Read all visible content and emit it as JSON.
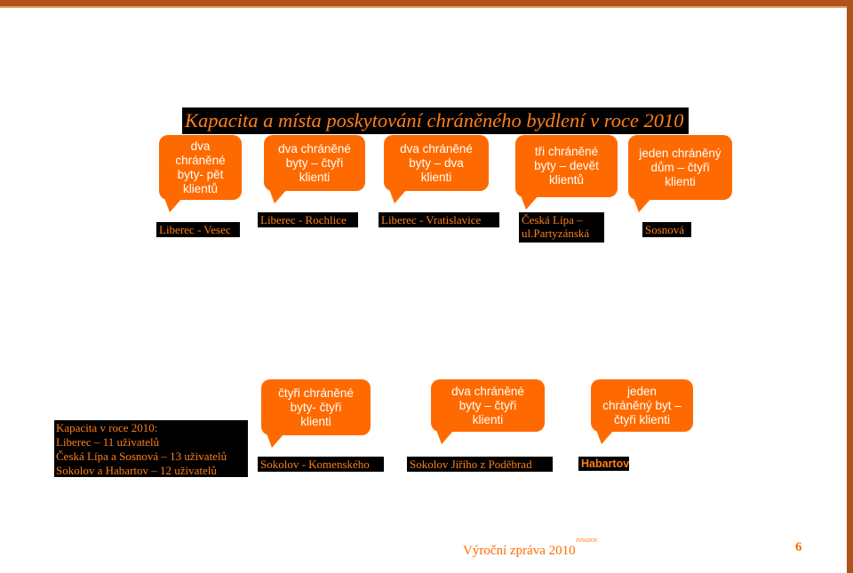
{
  "title": "Kapacita a místa poskytování chráněného bydlení v roce 2010",
  "top_row": [
    {
      "bubble": "dva\nchráněné\nbyty- pět\nklientů",
      "place": "Liberec - Vesec"
    },
    {
      "bubble": "dva chráněné\nbyty – čtyři\nklienti",
      "place": "Liberec - Rochlice"
    },
    {
      "bubble": "dva  chráněné\nbyty – dva\nklienti",
      "place": "Liberec - Vratislavice"
    },
    {
      "bubble": "tři chráněné\nbyty – devět\nklientů",
      "place": "Česká Lípa –\nul.Partyzánská"
    },
    {
      "bubble": "jeden chráněný\ndům – čtyři\nklienti",
      "place": "Sosnová"
    }
  ],
  "bottom_row": [
    {
      "bubble": "čtyři chráněné\nbyty- čtyři\nklienti",
      "place": "Sokolov - Komenského"
    },
    {
      "bubble": "dva chráněné\nbyty – čtyři\nklienti",
      "place": "Sokolov Jiřího z Poděbrad"
    },
    {
      "bubble": "jeden\nchráněný byt –\nčtyři klienti",
      "place": "Habartov"
    }
  ],
  "summary": {
    "heading": "Kapacita v roce 2010:",
    "lines": [
      "Liberec – 11 uživatelů",
      "Česká Lípa a Sosnová – 13 uživatelů",
      "Sokolov a Habartov – 12 uživatelů"
    ]
  },
  "footer": {
    "title": "Výroční zpráva 2010",
    "tiny": "ZVSUDOV",
    "page_number": "6"
  },
  "colors": {
    "accent": "#ff6a00",
    "label_bg": "#000000",
    "label_text": "#ff7f1a",
    "frame": "#b0531a"
  }
}
